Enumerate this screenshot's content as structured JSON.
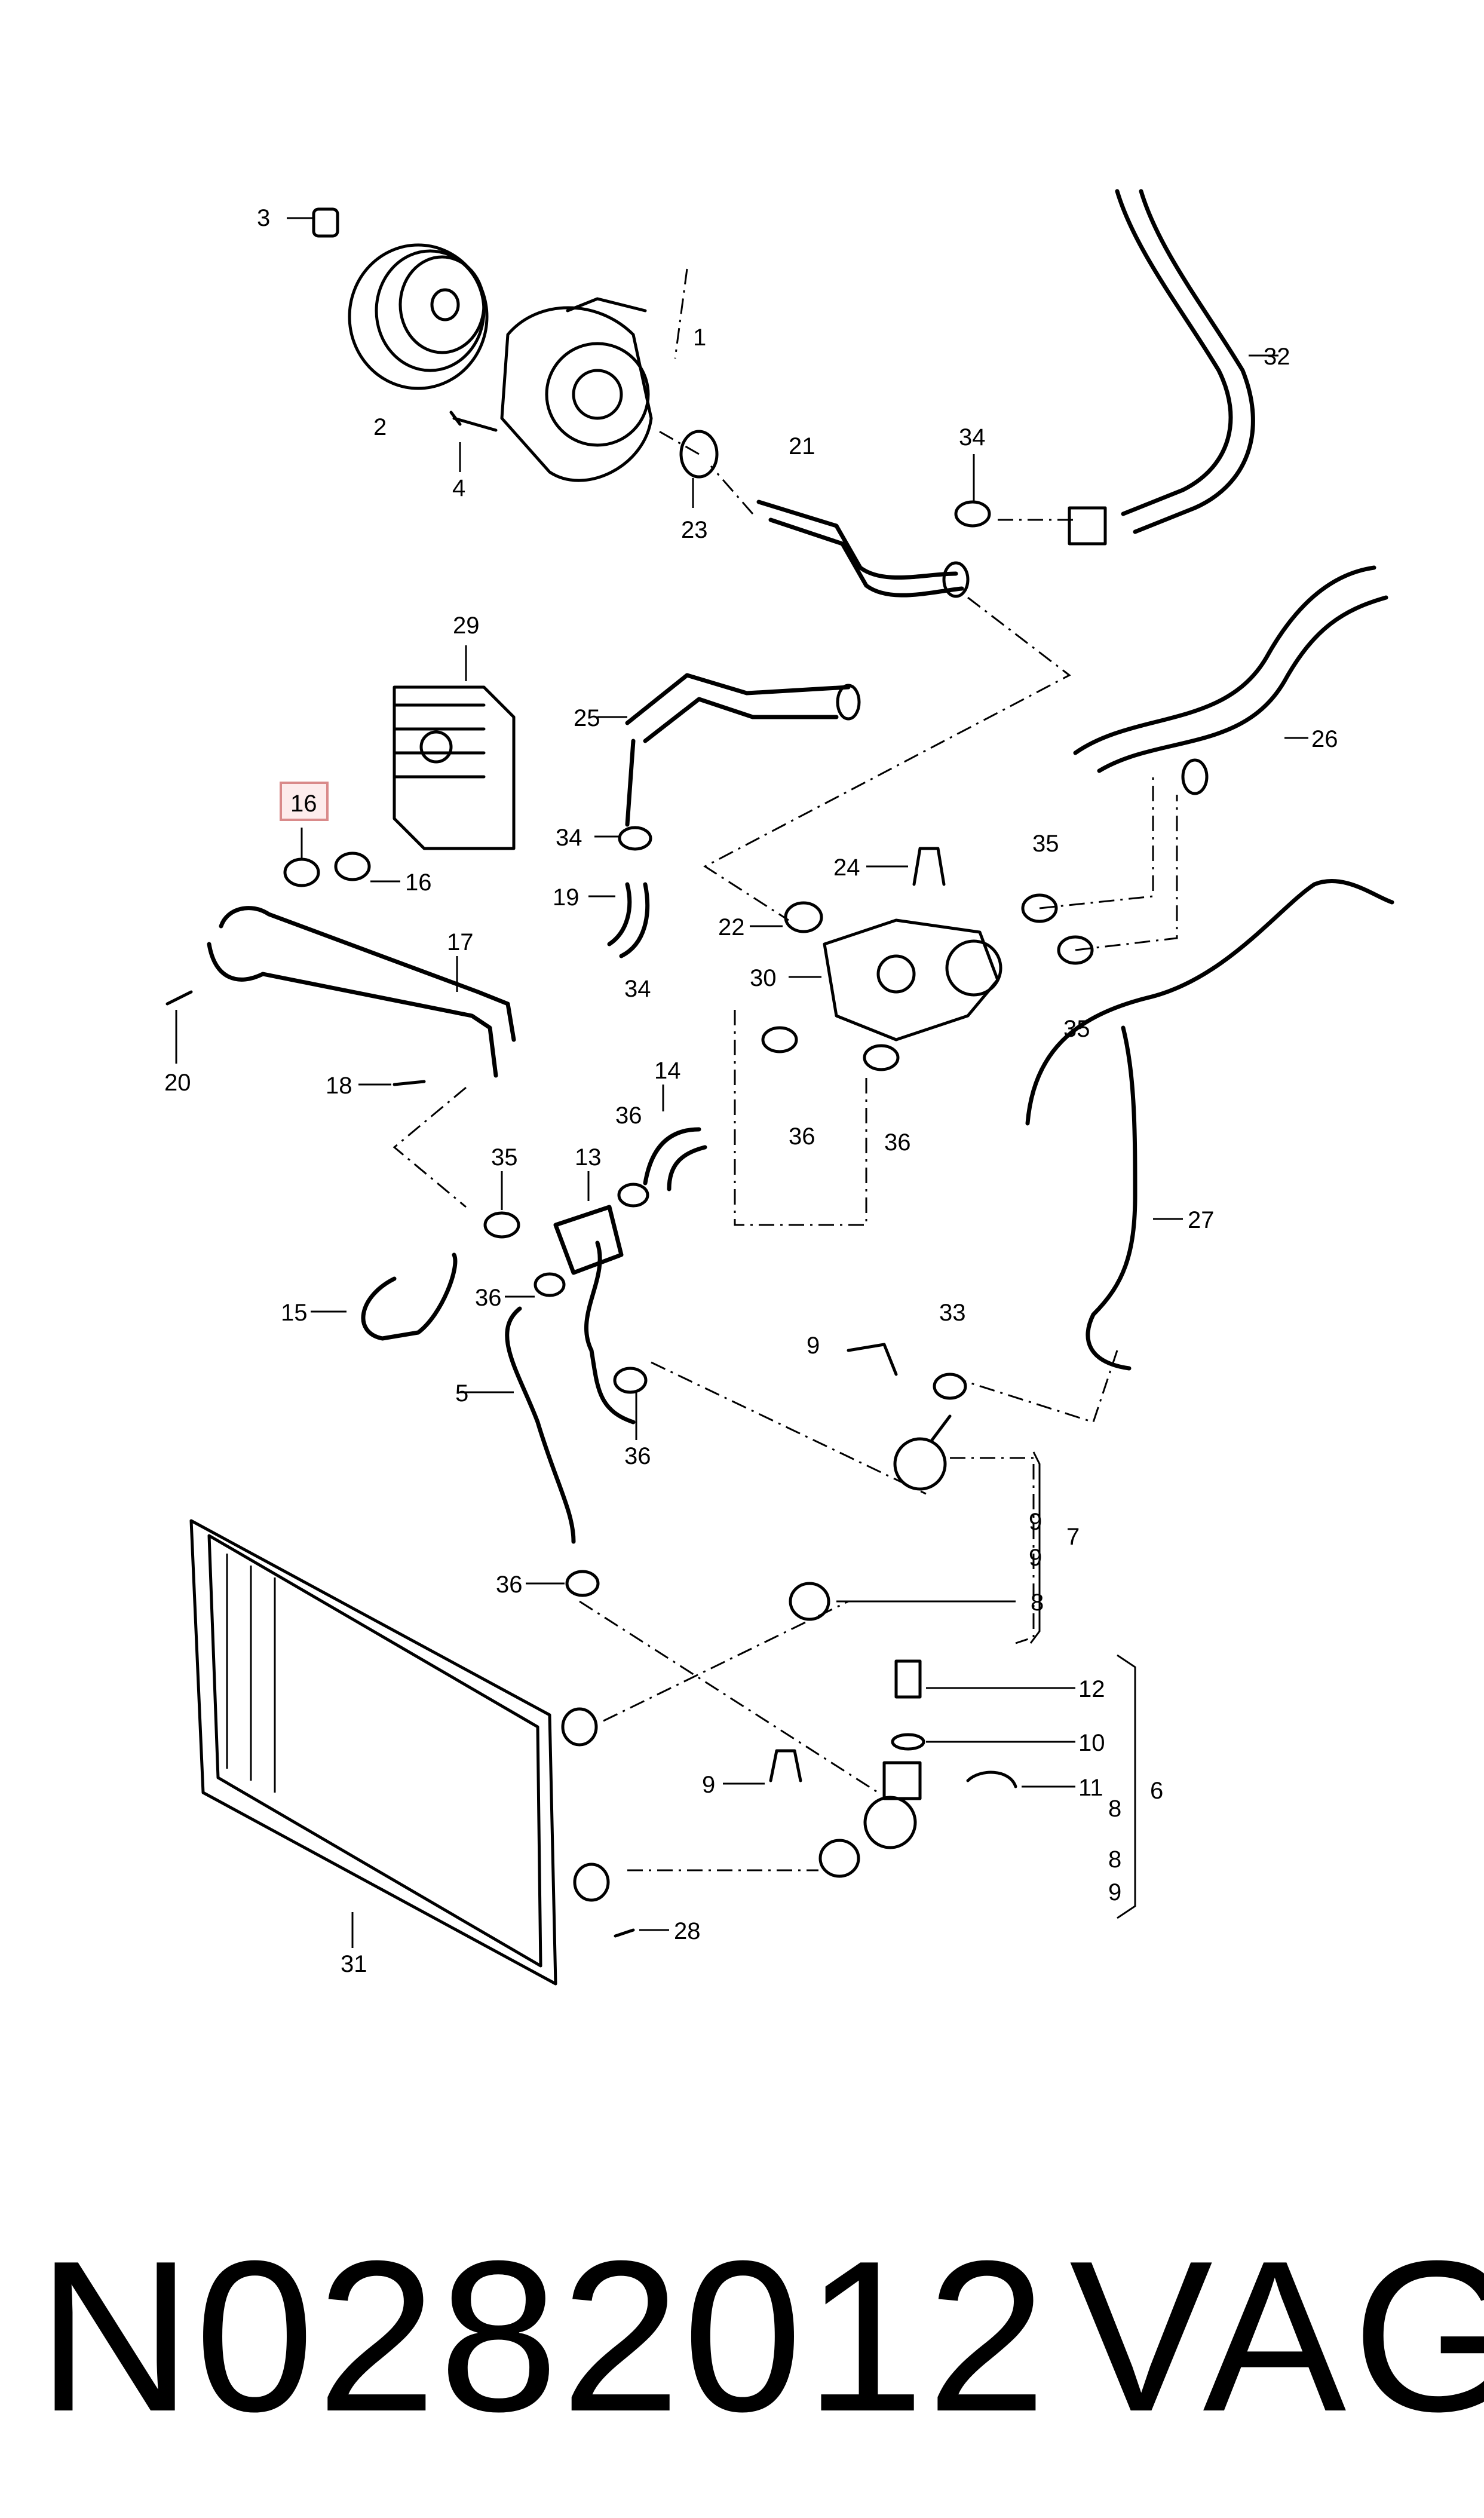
{
  "diagram": {
    "callouts": {
      "c1": "1",
      "c2": "2",
      "c3": "3",
      "c4": "4",
      "c5": "5",
      "c6": "6",
      "c7": "7",
      "c8a": "8",
      "c8b": "8",
      "c8c": "8",
      "c9a": "9",
      "c9b": "9",
      "c9c": "9",
      "c9d": "9",
      "c9e": "9",
      "c10": "10",
      "c11": "11",
      "c12": "12",
      "c13": "13",
      "c14": "14",
      "c15": "15",
      "c16a": "16",
      "c16b": "16",
      "c17": "17",
      "c18": "18",
      "c19": "19",
      "c20": "20",
      "c21": "21",
      "c22": "22",
      "c23": "23",
      "c24": "24",
      "c25": "25",
      "c26": "26",
      "c27": "27",
      "c28": "28",
      "c29": "29",
      "c30": "30",
      "c31": "31",
      "c32": "32",
      "c33": "33",
      "c34a": "34",
      "c34b": "34",
      "c34c": "34",
      "c35a": "35",
      "c35b": "35",
      "c35c": "35",
      "c36a": "36",
      "c36b": "36",
      "c36c": "36",
      "c36d": "36",
      "c36e": "36",
      "c36f": "36"
    },
    "highlighted_callout": "16",
    "highlight_color": "#d98a8a"
  },
  "footer": {
    "part_number": "N0282012",
    "brand": "VAG"
  }
}
